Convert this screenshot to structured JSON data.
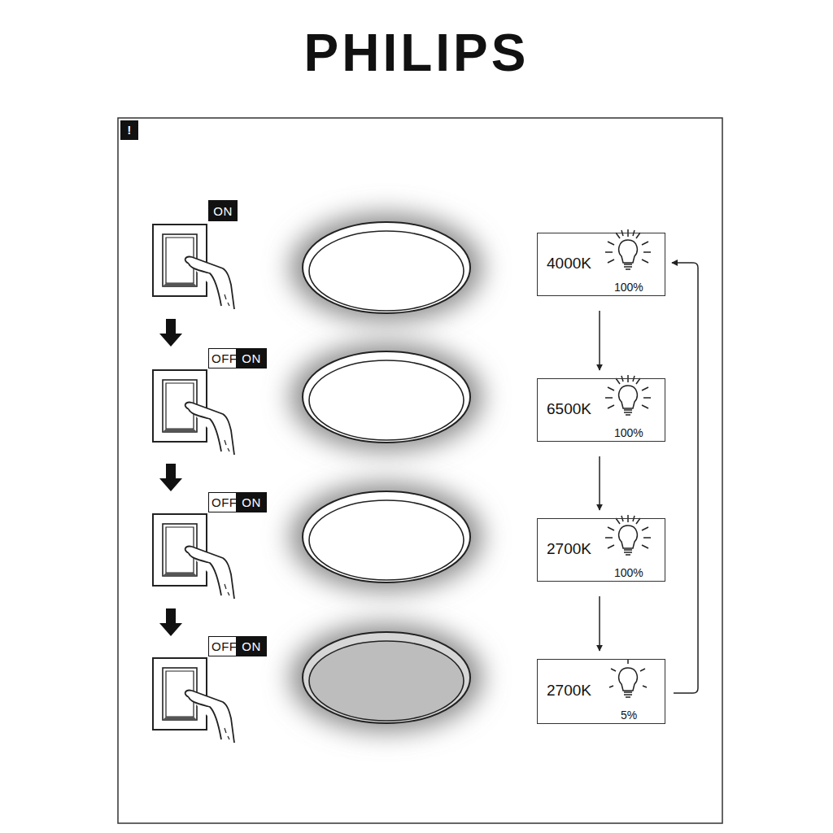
{
  "diagram": {
    "title": "PHILIPS",
    "nodes": [
      {
        "text": [
          "4000K",
          "100%"
        ]
      },
      {
        "text": [
          "6500K",
          "100%"
        ]
      },
      {
        "text": [
          "2700K",
          "100%"
        ]
      },
      {
        "text": [
          "2700K",
          "5%"
        ]
      }
    ],
    "edges": [
      {
        "from": 0,
        "to": 1,
        "arrow": "to"
      },
      {
        "from": 1,
        "to": 2,
        "arrow": "to"
      },
      {
        "from": 2,
        "to": 3,
        "arrow": "to"
      },
      {
        "from": 3,
        "to": 0,
        "arrow": "to"
      }
    ],
    "labels": [
      "!",
      "ON",
      "OFF",
      "ON",
      "OFF",
      "ON",
      "OFF",
      "ON"
    ]
  }
}
